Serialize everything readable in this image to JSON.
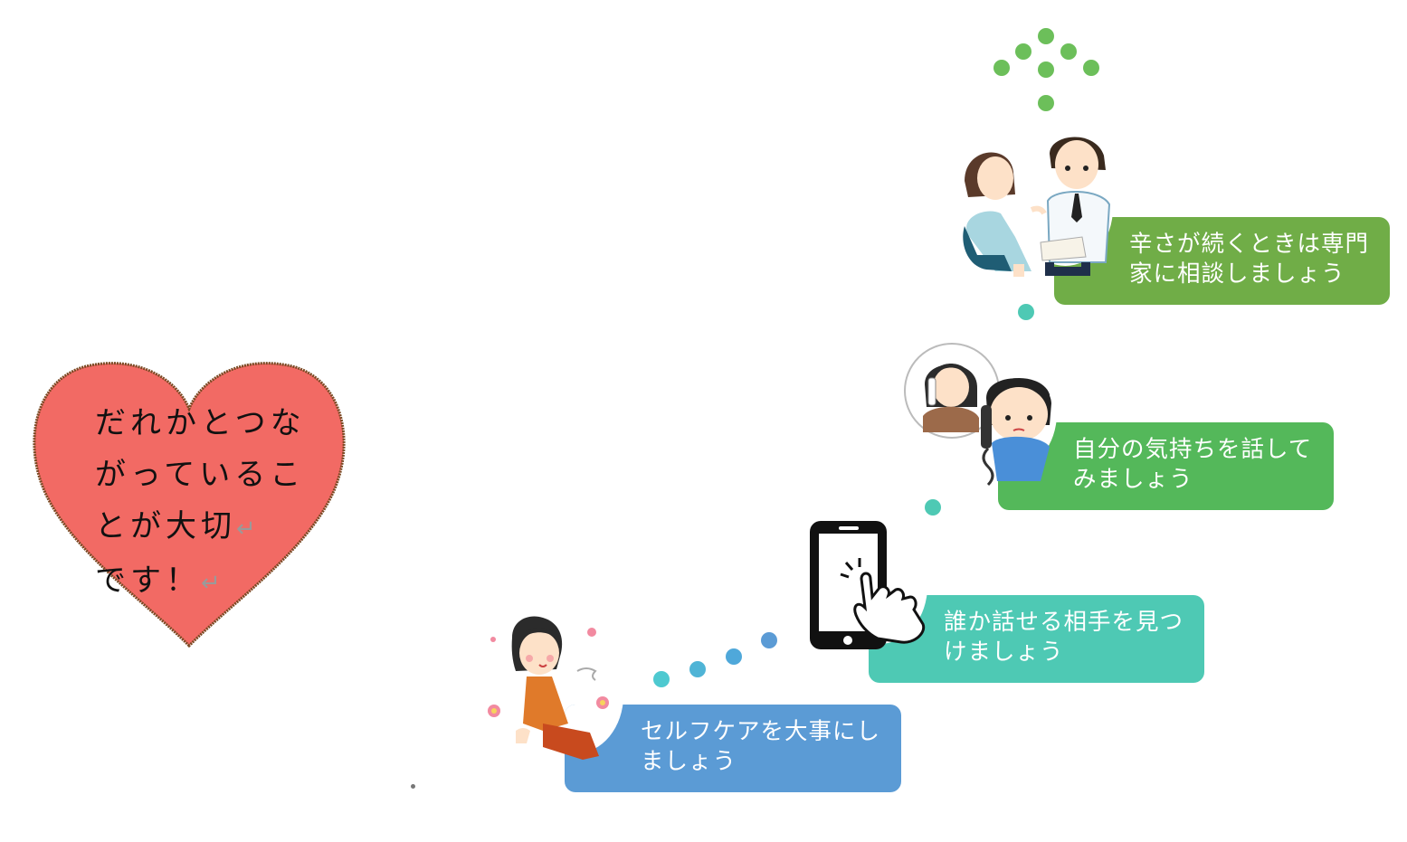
{
  "heart": {
    "line1": "だれかとつな",
    "line2": "がっているこ",
    "line3": "とが大切",
    "line4": "です！",
    "return_mark": "↵",
    "color": "#f26a64",
    "outline_color": "#7a4a24"
  },
  "steps": [
    {
      "line1": "セルフケアを大事にし",
      "line2": "ましょう",
      "color": "#5b9bd5"
    },
    {
      "line1": "誰か話せる相手を見つ",
      "line2": "けましょう",
      "color": "#4ec9b4"
    },
    {
      "line1": "自分の気持ちを話して",
      "line2": "みましょう",
      "color": "#54b85a"
    },
    {
      "line1": "辛さが続くときは専門",
      "line2": "家に相談しましょう",
      "color": "#70ad47"
    }
  ],
  "colors": {
    "dot_blue": "#5b9bd5",
    "dot_teal": "#4ec9b4",
    "dot_green": "#54b85a",
    "dot_arrow": "#6cbf5a"
  },
  "icons": [
    "self-care-woman-illustration",
    "smartphone-tap-icon",
    "phone-call-illustration",
    "doctor-consultation-illustration",
    "up-arrow-dots-icon"
  ]
}
